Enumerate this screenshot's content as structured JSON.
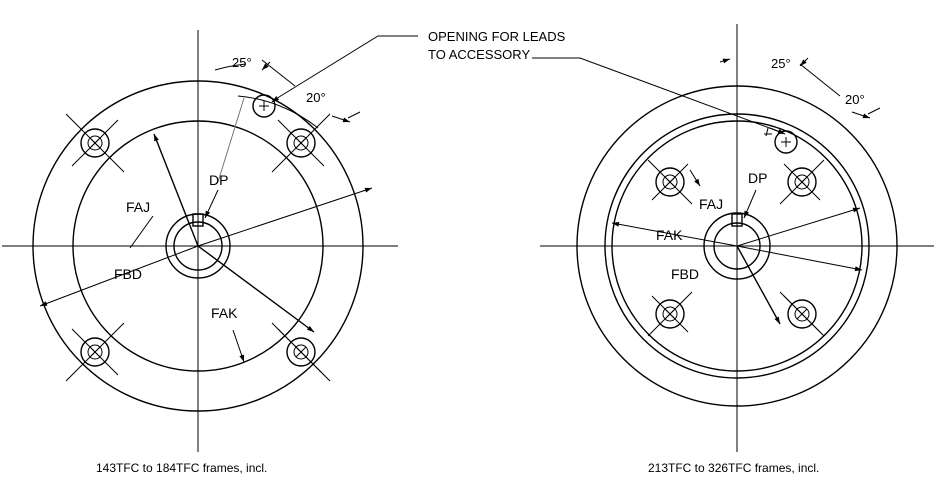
{
  "left_drawing": {
    "labels": {
      "faj": "FAJ",
      "fbd": "FBD",
      "fak": "FAK",
      "dp": "DP"
    },
    "angles": {
      "a25": "25°",
      "a20": "20°"
    },
    "caption": "143TFC to 184TFC frames, incl."
  },
  "right_drawing": {
    "labels": {
      "faj": "FAJ",
      "fbd": "FBD",
      "fak": "FAK",
      "dp": "DP"
    },
    "angles": {
      "a25": "25°",
      "a20": "20°"
    },
    "caption": "213TFC to 326TFC frames, incl."
  },
  "callout": {
    "line1": "OPENING FOR LEADS",
    "line2": "TO ACCESSORY"
  }
}
